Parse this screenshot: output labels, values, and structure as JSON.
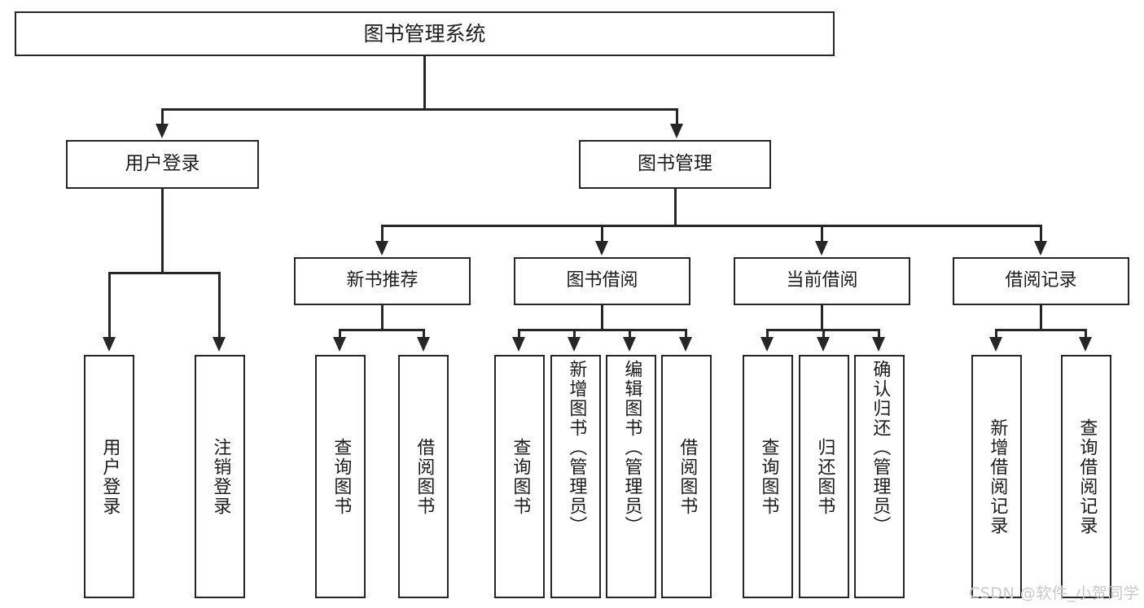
{
  "diagram": {
    "title": "图书管理系统",
    "root": {
      "label": "图书管理系统"
    },
    "level2": [
      {
        "label": "用户登录"
      },
      {
        "label": "图书管理"
      }
    ],
    "level3": [
      {
        "label": "新书推荐"
      },
      {
        "label": "图书借阅"
      },
      {
        "label": "当前借阅"
      },
      {
        "label": "借阅记录"
      }
    ],
    "leaves": {
      "user_login": [
        {
          "label": "用户登录"
        },
        {
          "label": "注销登录"
        }
      ],
      "new_book_recommend": [
        {
          "label": "查询图书"
        },
        {
          "label": "借阅图书"
        }
      ],
      "book_borrow": [
        {
          "label": "查询图书"
        },
        {
          "label": "新增图书（管理员）"
        },
        {
          "label": "编辑图书（管理员）"
        },
        {
          "label": "借阅图书"
        }
      ],
      "current_borrow": [
        {
          "label": "查询图书"
        },
        {
          "label": "归还图书"
        },
        {
          "label": "确认归还（管理员）"
        }
      ],
      "borrow_record": [
        {
          "label": "新增借阅记录"
        },
        {
          "label": "查询借阅记录"
        }
      ]
    }
  },
  "watermark": {
    "text": "CSDN @软件_小贺同学"
  },
  "colors": {
    "border": "#262626",
    "background": "#ffffff",
    "text": "#1c1c1c",
    "watermark": "#c9c9c9"
  }
}
